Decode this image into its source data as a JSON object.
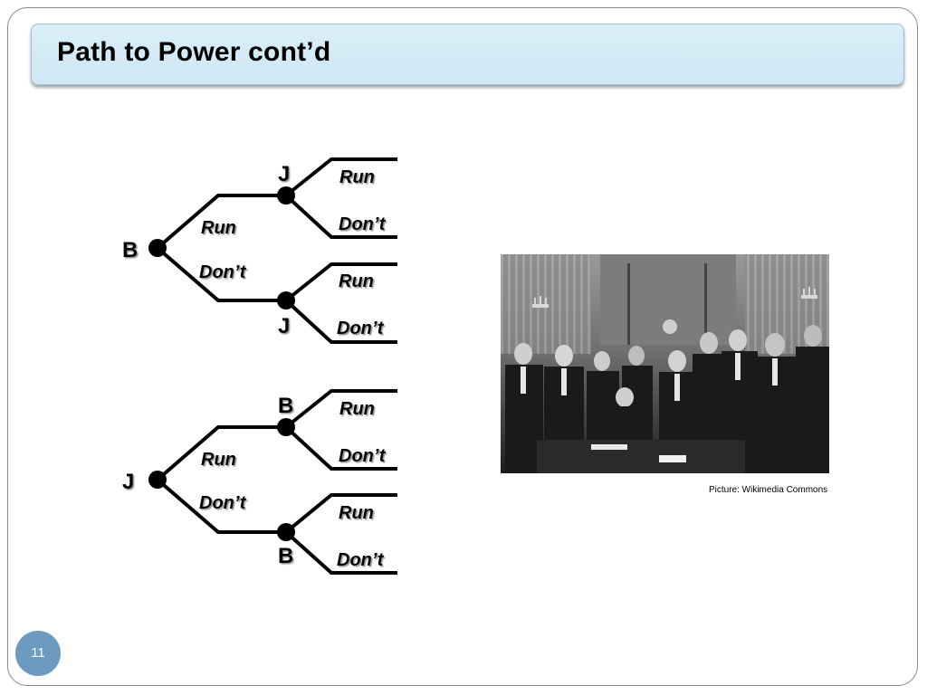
{
  "slide": {
    "title": "Path to Power cont’d",
    "page_number": "11"
  },
  "trees": [
    {
      "root": "B",
      "branches": [
        "Run",
        "Don’t"
      ],
      "upper_node": "J",
      "lower_node": "J",
      "upper_choices": [
        "Run",
        "Don’t"
      ],
      "lower_choices": [
        "Run",
        "Don’t"
      ]
    },
    {
      "root": "J",
      "branches": [
        "Run",
        "Don’t"
      ],
      "upper_node": "B",
      "lower_node": "B",
      "upper_choices": [
        "Run",
        "Don’t"
      ],
      "lower_choices": [
        "Run",
        "Don’t"
      ]
    }
  ],
  "photo": {
    "caption": "Picture: Wikimedia Commons"
  }
}
